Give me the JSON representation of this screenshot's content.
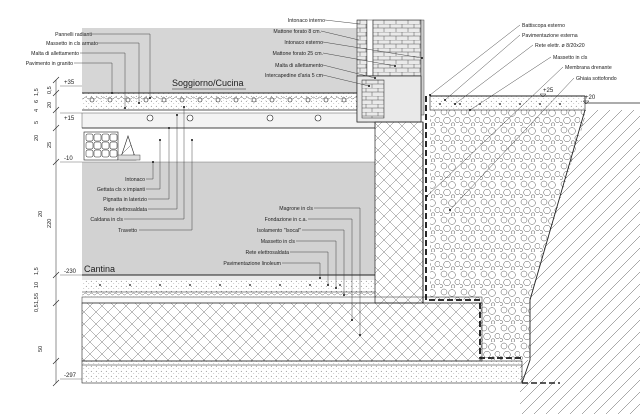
{
  "rooms": {
    "upper": "Soggiorno/Cucina",
    "lower": "Cantina"
  },
  "labels_top_left": {
    "pannelli": "Pannelli radianti",
    "massetto_armato": "Massetto in cls armato",
    "malta": "Malta di allettamento",
    "pavimento": "Pavimento in granito"
  },
  "labels_top_center": {
    "intonaco_interno": "Intonaco interno",
    "mattone_8": "Mattone forato 8 cm.",
    "intonaco_esterno": "Intonaco esterno",
    "mattone_25": "Mattone forato 25 cm.",
    "malta": "Malta di allettamento",
    "intercapedine": "Intercapedine d'aria 5 cm"
  },
  "labels_top_right": {
    "battiscopa": "Battiscopa esterno",
    "pav_esterno": "Pavimentazione esterna",
    "rete": "Rete elettr.  ø 8/20x20",
    "massetto": "Massetto in cls",
    "membrana": "Membrana drenante",
    "ghiaia": "Ghiaia sottofondo"
  },
  "labels_mid_left": {
    "intonaco": "Intonaco",
    "gettata": "Gettata cls x impianti",
    "pignatta": "Pignatta in laterizio",
    "rete": "Rete elettrosaldata",
    "caldana": "Caldana in cls",
    "travetto": "Travetto"
  },
  "labels_bottom_center": {
    "magrone": "Magrone in cls",
    "fondazione": "Fondazione in c.a.",
    "isolamento": "Isolamento \"Isocal\"",
    "massetto": "Massetto in cls",
    "rete": "Rete elettrosaldata",
    "pavimentazione": "Pavimentazione linoleum"
  },
  "levels": {
    "l35": "+35",
    "l15": "+15",
    "lm10": "-10",
    "lm230": "-230",
    "lm297": "-297",
    "l25": "+25",
    "l20": "+20"
  },
  "dimensions": {
    "d20a": "20",
    "d05a": "0,5",
    "d15a": "1,5",
    "d6": "6",
    "d45": "4",
    "d5a": "5",
    "d25": "25",
    "d20b": "20",
    "d220": "220",
    "d15b": "1,5",
    "d10": "10",
    "d5b": "5",
    "d15c": "1,5",
    "d05b": "0,5",
    "d50": "50",
    "d20c": "20"
  },
  "colors": {
    "concrete": "#d2d2d2",
    "line": "#222222",
    "brick": "#e9e9e9"
  }
}
